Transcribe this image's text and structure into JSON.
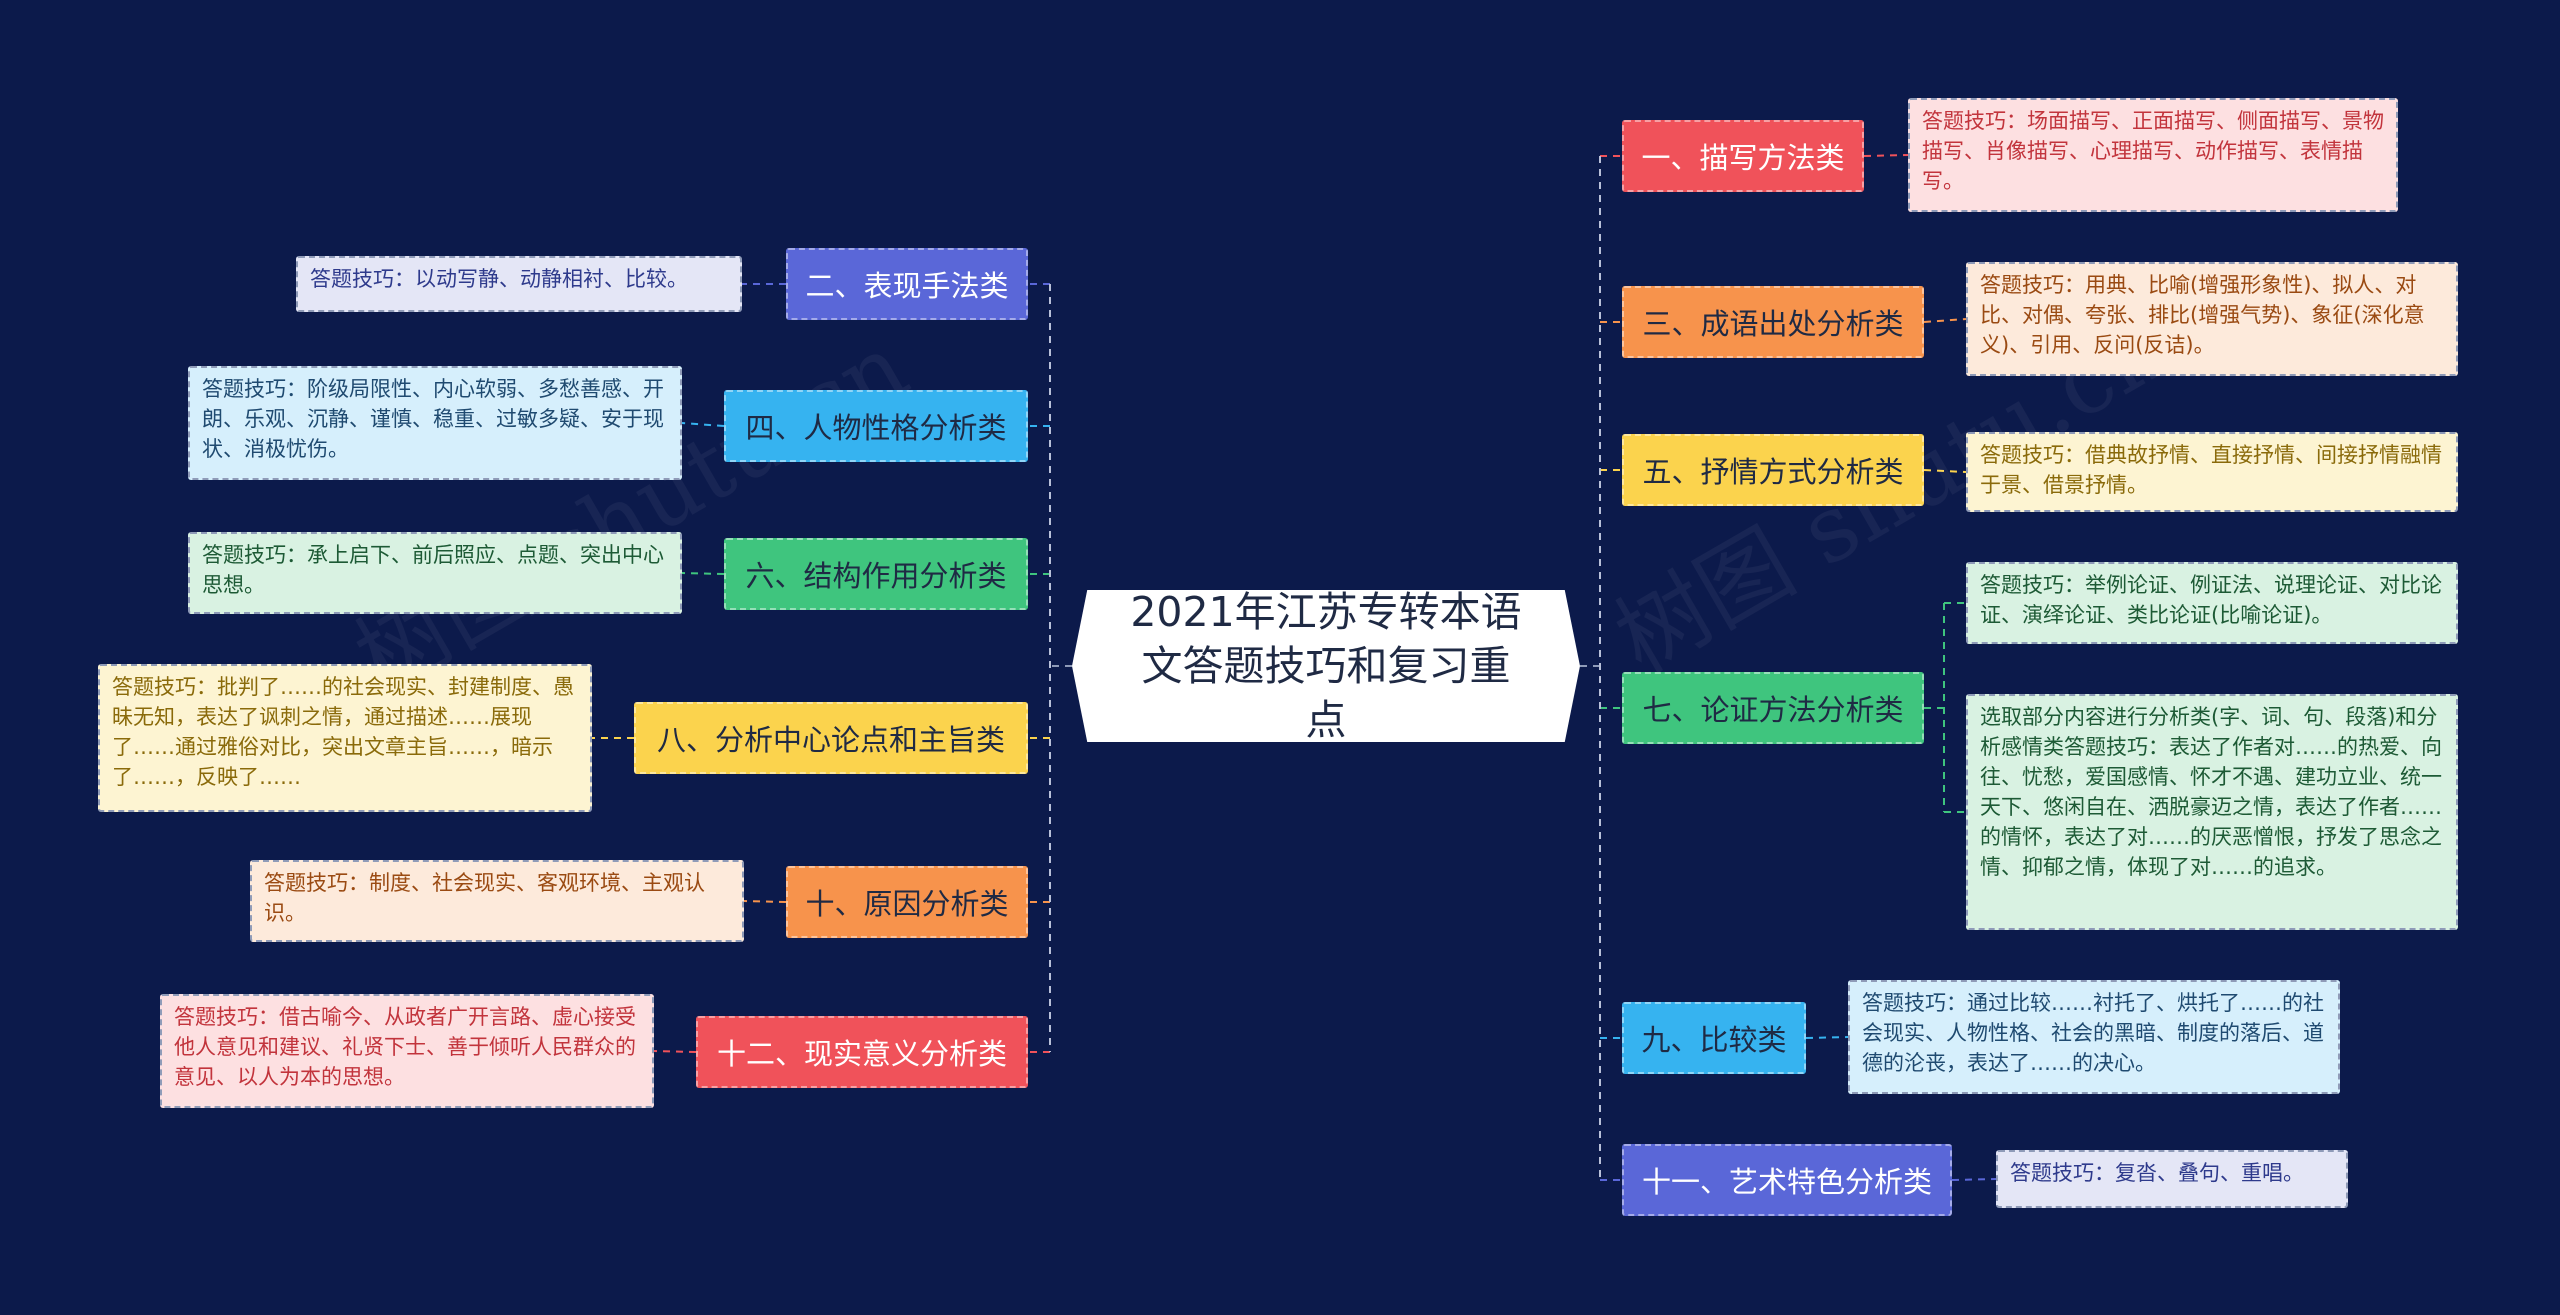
{
  "title": "2021年江苏专转本语文答题技巧和复习重点",
  "watermark": "树图 shutu.cn",
  "branches": [
    {
      "id": "b1",
      "label": "一、描写方法类",
      "color": "#f0525a",
      "text_color": "#ffffff",
      "leaf_bg": "#fde0e1",
      "leaf_color": "#c2343c",
      "leaves": [
        "答题技巧：场面描写、正面描写、侧面描写、景物描写、肖像描写、心理描写、动作描写、表情描写。"
      ]
    },
    {
      "id": "b2",
      "label": "二、表现手法类",
      "color": "#5a67d8",
      "text_color": "#ffffff",
      "leaf_bg": "#e4e6f6",
      "leaf_color": "#2e3a8c",
      "leaves": [
        "答题技巧：以动写静、动静相衬、比较。"
      ]
    },
    {
      "id": "b3",
      "label": "三、成语出处分析类",
      "color": "#f7934c",
      "text_color": "#1f2a44",
      "leaf_bg": "#fdeadb",
      "leaf_color": "#9a4a12",
      "leaves": [
        "答题技巧：用典、比喻(增强形象性)、拟人、对比、对偶、夸张、排比(增强气势)、象征(深化意义)、引用、反问(反诘)。"
      ]
    },
    {
      "id": "b4",
      "label": "四、人物性格分析类",
      "color": "#36b3f0",
      "text_color": "#1f2a44",
      "leaf_bg": "#d6effc",
      "leaf_color": "#1f4a70",
      "leaves": [
        "答题技巧：阶级局限性、内心软弱、多愁善感、开朗、乐观、沉静、谨慎、稳重、过敏多疑、安于现状、消极忧伤。"
      ]
    },
    {
      "id": "b5",
      "label": "五、抒情方式分析类",
      "color": "#fbd34d",
      "text_color": "#1f2a44",
      "leaf_bg": "#fdf4d2",
      "leaf_color": "#8a6a0a",
      "leaves": [
        "答题技巧：借典故抒情、直接抒情、间接抒情融情于景、借景抒情。"
      ]
    },
    {
      "id": "b6",
      "label": "六、结构作用分析类",
      "color": "#3fc57e",
      "text_color": "#1f2a44",
      "leaf_bg": "#d9f2e2",
      "leaf_color": "#1d5a35",
      "leaves": [
        "答题技巧：承上启下、前后照应、点题、突出中心思想。"
      ]
    },
    {
      "id": "b7",
      "label": "七、论证方法分析类",
      "color": "#3fc57e",
      "text_color": "#1f2a44",
      "leaf_bg": "#d9f2e2",
      "leaf_color": "#1d5a35",
      "leaves": [
        "答题技巧：举例论证、例证法、说理论证、对比论证、演绎论证、类比论证(比喻论证)。",
        "选取部分内容进行分析类(字、词、句、段落)和分析感情类答题技巧：表达了作者对……的热爱、向往、忧愁，爱国感情、怀才不遇、建功立业、统一天下、悠闲自在、洒脱豪迈之情，表达了作者……的情怀，表达了对……的厌恶憎恨，抒发了思念之情、抑郁之情，体现了对……的追求。"
      ]
    },
    {
      "id": "b8",
      "label": "八、分析中心论点和主旨类",
      "color": "#fbd34d",
      "text_color": "#1f2a44",
      "leaf_bg": "#fdf4d2",
      "leaf_color": "#8a6a0a",
      "leaves": [
        "答题技巧：批判了……的社会现实、封建制度、愚昧无知，表达了讽刺之情，通过描述……展现了……通过雅俗对比，突出文章主旨……，暗示了……，反映了……"
      ]
    },
    {
      "id": "b9",
      "label": "九、比较类",
      "color": "#36b3f0",
      "text_color": "#1f2a44",
      "leaf_bg": "#d6effc",
      "leaf_color": "#1f4a70",
      "leaves": [
        "答题技巧：通过比较……衬托了、烘托了……的社会现实、人物性格、社会的黑暗、制度的落后、道德的沦丧，表达了……的决心。"
      ]
    },
    {
      "id": "b10",
      "label": "十、原因分析类",
      "color": "#f7934c",
      "text_color": "#1f2a44",
      "leaf_bg": "#fdeadb",
      "leaf_color": "#9a4a12",
      "leaves": [
        "答题技巧：制度、社会现实、客观环境、主观认识。"
      ]
    },
    {
      "id": "b11",
      "label": "十一、艺术特色分析类",
      "color": "#5a67d8",
      "text_color": "#ffffff",
      "leaf_bg": "#e4e6f6",
      "leaf_color": "#2e3a8c",
      "leaves": [
        "答题技巧：复沓、叠句、重唱。"
      ]
    },
    {
      "id": "b12",
      "label": "十二、现实意义分析类",
      "color": "#f0525a",
      "text_color": "#ffffff",
      "leaf_bg": "#fde0e1",
      "leaf_color": "#c2343c",
      "leaves": [
        "答题技巧：借古喻今、从政者广开言路、虚心接受他人意见和建议、礼贤下士、善于倾听人民群众的意见、以人为本的思想。"
      ]
    }
  ]
}
